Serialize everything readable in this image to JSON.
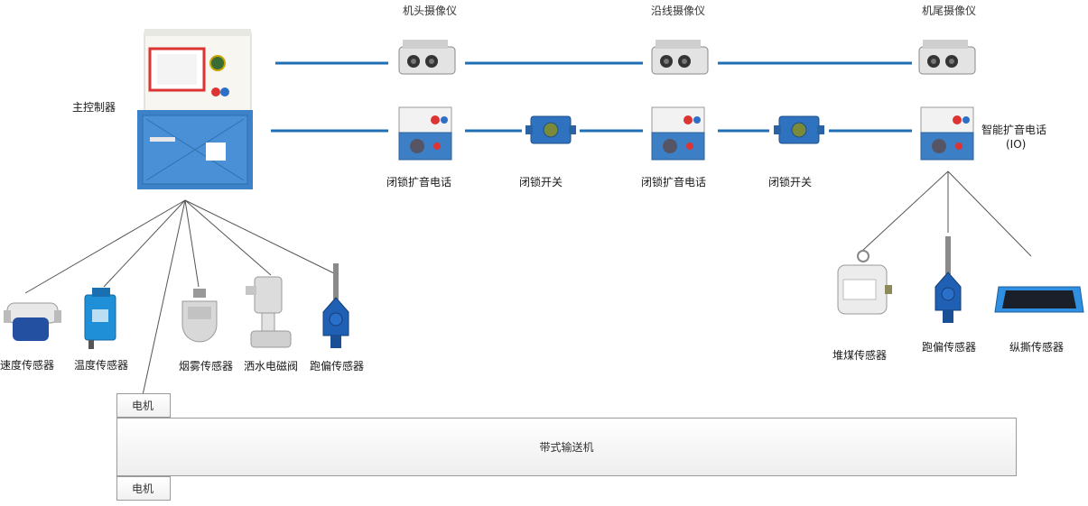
{
  "controller": {
    "label": "主控制器"
  },
  "cameras": [
    {
      "label": "机头摄像仪"
    },
    {
      "label": "沿线摄像仪"
    },
    {
      "label": "机尾摄像仪"
    }
  ],
  "field_devices": {
    "phone1": "闭锁扩音电话",
    "switch1": "闭锁开关",
    "phone2": "闭锁扩音电话",
    "switch2": "闭锁开关",
    "smart_phone": "智能扩音电话",
    "smart_phone_io": "(IO)"
  },
  "left_sensors": [
    {
      "label": "速度传感器"
    },
    {
      "label": "温度传感器"
    },
    {
      "label": "烟雾传感器"
    },
    {
      "label": "洒水电磁阀"
    },
    {
      "label": "跑偏传感器"
    }
  ],
  "right_sensors": [
    {
      "label": "堆煤传感器"
    },
    {
      "label": "跑偏传感器"
    },
    {
      "label": "纵撕传感器"
    }
  ],
  "motor_top": "电机",
  "motor_bottom": "电机",
  "conveyor": "带式输送机",
  "colors": {
    "cable": "#1e6fb5",
    "device_blue": "#1f5fb4",
    "line": "#555555"
  }
}
